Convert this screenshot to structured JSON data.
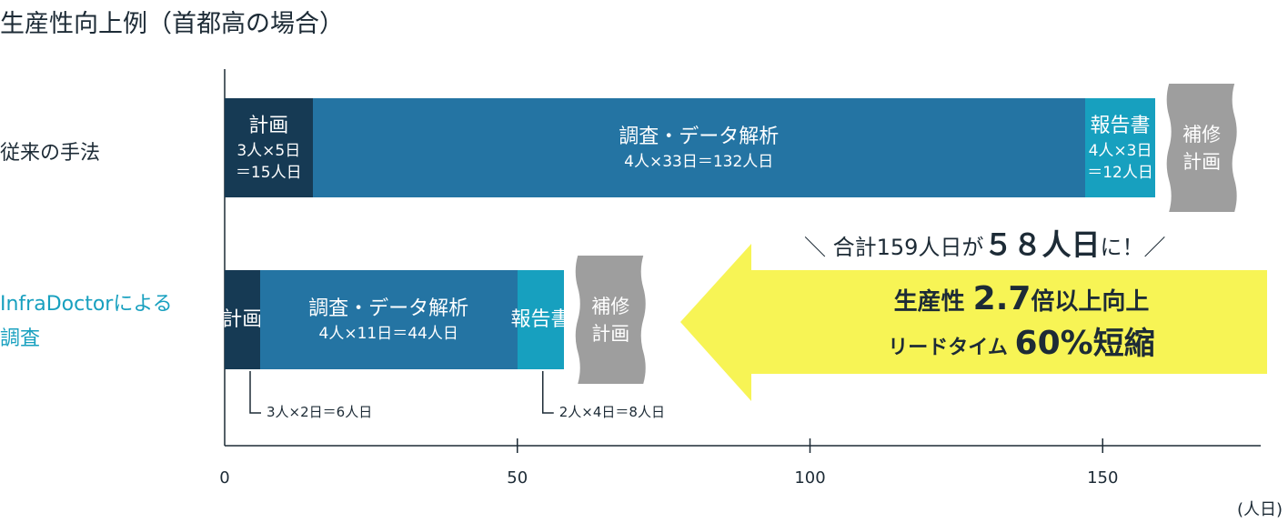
{
  "title": "生産性向上例（首都高の場合）",
  "chart_data": {
    "type": "bar",
    "orientation": "horizontal",
    "stacked": true,
    "categories": [
      "従来の手法",
      "InfraDoctorによる調査"
    ],
    "category_lines": [
      [
        "従来の手法"
      ],
      [
        "InfraDoctorによる",
        "調査"
      ]
    ],
    "series": [
      {
        "name": "計画",
        "values": [
          15,
          6
        ]
      },
      {
        "name": "調査・データ解析",
        "values": [
          132,
          44
        ]
      },
      {
        "name": "報告書",
        "values": [
          12,
          8
        ]
      }
    ],
    "segment_labels": {
      "conventional": [
        {
          "label": "計画",
          "sub": [
            "3人×5日",
            "＝15人日"
          ]
        },
        {
          "label": "調査・データ解析",
          "sub": [
            "4人×33日＝132人日"
          ]
        },
        {
          "label": "報告書",
          "sub": [
            "4人×3日",
            "＝12人日"
          ]
        }
      ],
      "infra": [
        {
          "label": "計画",
          "callout": "3人×2日＝6人日"
        },
        {
          "label": "調査・データ解析",
          "sub": [
            "4人×11日＝44人日"
          ]
        },
        {
          "label": "報告書",
          "callout": "2人×4日＝8人日"
        }
      ]
    },
    "extra_box": {
      "lines": [
        "補修",
        "計画"
      ],
      "color": "#9e9e9e"
    },
    "colors": {
      "plan": "#163a54",
      "survey": "#2474a3",
      "report": "#17a0bf",
      "arrow": "#f7f455"
    },
    "xlim": [
      0,
      177
    ],
    "xticks": [
      0,
      50,
      100,
      150
    ],
    "xunit": "(人日)"
  },
  "annotation": {
    "total_prefix": "＼ 合計159人日が",
    "total_emph": "５８人日",
    "total_suffix": "に！／",
    "line1_prefix": "生産性",
    "line1_emph": "2.7",
    "line1_suffix": "倍以上向上",
    "line2_prefix": "リードタイム",
    "line2_emph": "60%",
    "line2_suffix": "短縮"
  }
}
